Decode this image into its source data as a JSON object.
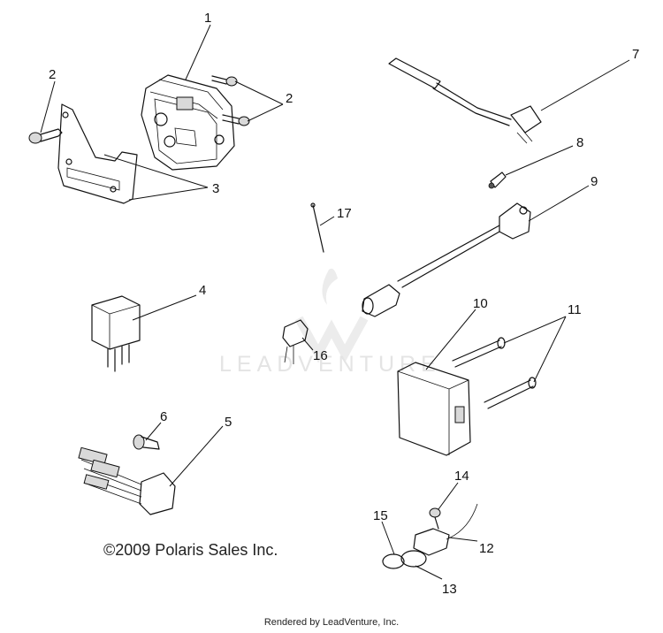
{
  "watermark": {
    "text": "LEADVENTURE"
  },
  "callouts": [
    "1",
    "2",
    "2",
    "3",
    "4",
    "5",
    "6",
    "7",
    "8",
    "9",
    "10",
    "11",
    "12",
    "13",
    "14",
    "15",
    "16",
    "17"
  ],
  "copyright": "©2009 Polaris Sales Inc.",
  "footer": "Rendered by LeadVenture, Inc."
}
